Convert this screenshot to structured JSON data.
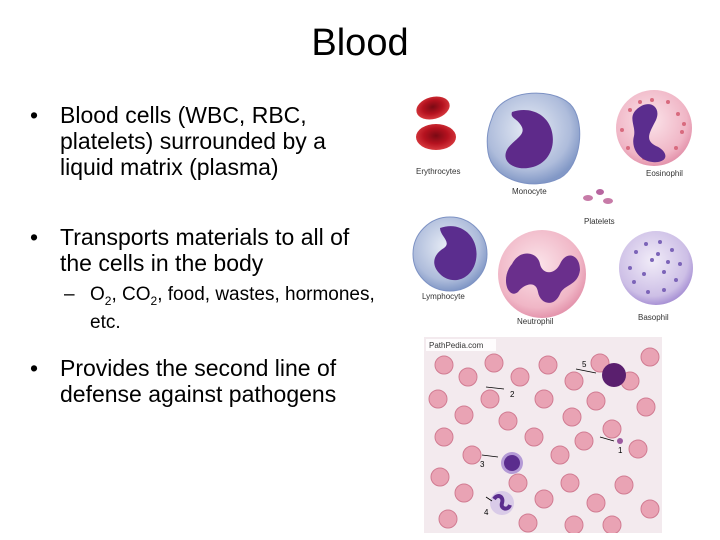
{
  "title": "Blood",
  "bullets": [
    {
      "text": "Blood cells (WBC, RBC, platelets) surrounded by a liquid matrix (plasma)"
    },
    {
      "text": "Transports materials to all of the cells in the body"
    },
    {
      "text": "Provides the second line of defense against pathogens"
    }
  ],
  "sub_bullet": {
    "o_letter": "O",
    "o_sub": "2",
    "co_text": ", CO",
    "co_sub": "2",
    "rest": ", food, wastes, hormones, etc."
  },
  "cells_figure": {
    "labels": {
      "erythrocytes": "Erythrocytes",
      "monocyte": "Monocyte",
      "eosinophil": "Eosinophil",
      "platelets": "Platelets",
      "lymphocyte": "Lymphocyte",
      "neutrophil": "Neutrophil",
      "basophil": "Basophil"
    }
  },
  "smear_image": {
    "watermark": "PathPedia.com",
    "markers": [
      "1",
      "2",
      "3",
      "4",
      "5"
    ]
  }
}
